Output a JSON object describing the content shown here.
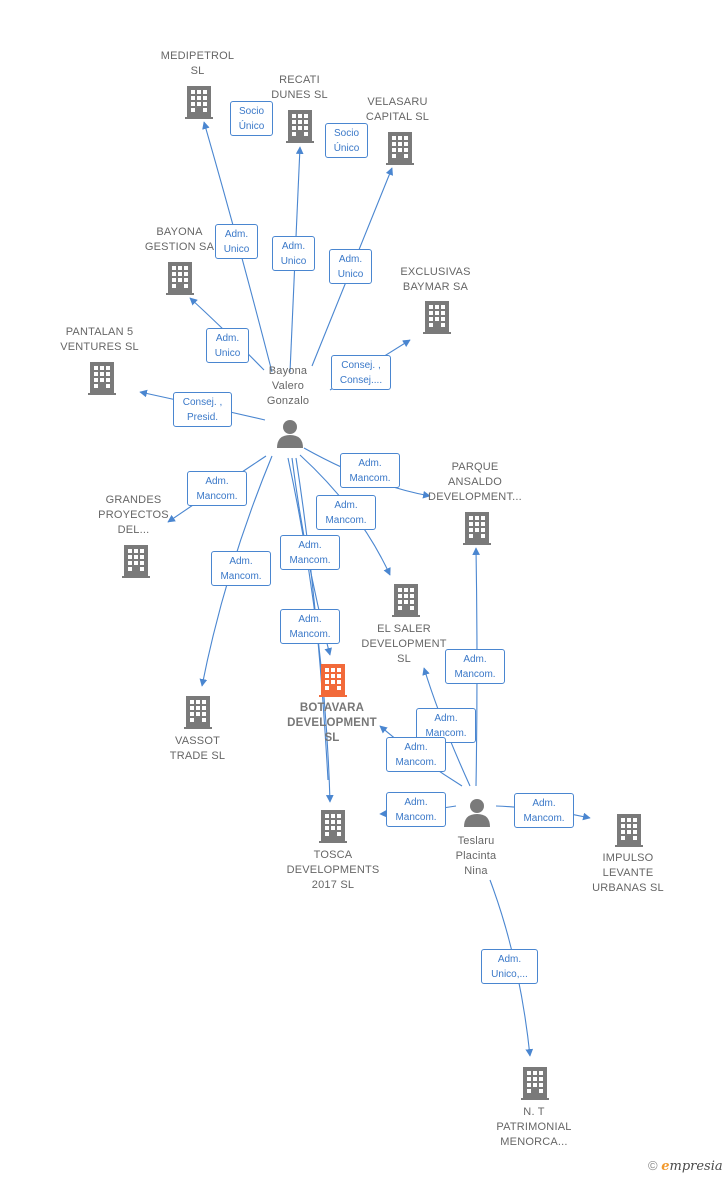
{
  "colors": {
    "edge": "#4a86d0",
    "building": "#7a7a7a",
    "focus": "#f26a3a",
    "person": "#7a7a7a"
  },
  "nodes": {
    "medipetrol": "MEDIPETROL\nSL",
    "recati": "RECATI\nDUNES  SL",
    "velasaru": "VELASARU\nCAPITAL  SL",
    "bayona_gestion": "BAYONA\nGESTION SA",
    "exclusivas": "EXCLUSIVAS\nBAYMAR SA",
    "pantalan": "PANTALAN 5\nVENTURES  SL",
    "bayona_person": "Bayona\nValero\nGonzalo",
    "parque": "PARQUE\nANSALDO\nDEVELOPMENT...",
    "grandes": "GRANDES\nPROYECTOS\nDEL...",
    "el_saler": "EL SALER\nDEVELOPMENT\nSL",
    "botavara": "BOTAVARA\nDEVELOPMENT\nSL",
    "vassot": "VASSOT\nTRADE SL",
    "tosca": "TOSCA\nDEVELOPMENTS\n2017  SL",
    "teslaru_person": "Teslaru\nPlacinta\nNina",
    "impulso": "IMPULSO\nLEVANTE\nURBANAS  SL",
    "nt": "N. T\nPATRIMONIAL\nMENORCA..."
  },
  "tags": {
    "socio1": "Socio\nÚnico",
    "socio2": "Socio\nÚnico",
    "adm_unico1": "Adm.\nUnico",
    "adm_unico2": "Adm.\nUnico",
    "adm_unico3": "Adm.\nUnico",
    "adm_unico4": "Adm.\nUnico",
    "consej1": "Consej. ,\nConsej....",
    "consej2": "Consej. ,\nPresid.",
    "mancom1": "Adm.\nMancom.",
    "mancom2": "Adm.\nMancom.",
    "mancom3": "Adm.\nMancom.",
    "mancom4": "Adm.\nMancom.",
    "mancom5": "Adm.\nMancom.",
    "mancom6": "Adm.\nMancom.",
    "mancom7": "Adm.\nMancom.",
    "mancom8": "Adm.\nMancom.",
    "mancom9": "Adm.\nMancom.",
    "mancom10": "Adm.\nMancom.",
    "mancom11": "Adm.\nMancom.",
    "adm_unico_nt": "Adm.\nUnico,..."
  },
  "logo": {
    "copyright": "©",
    "brand_initial": "e",
    "brand_rest": "mpresia"
  }
}
